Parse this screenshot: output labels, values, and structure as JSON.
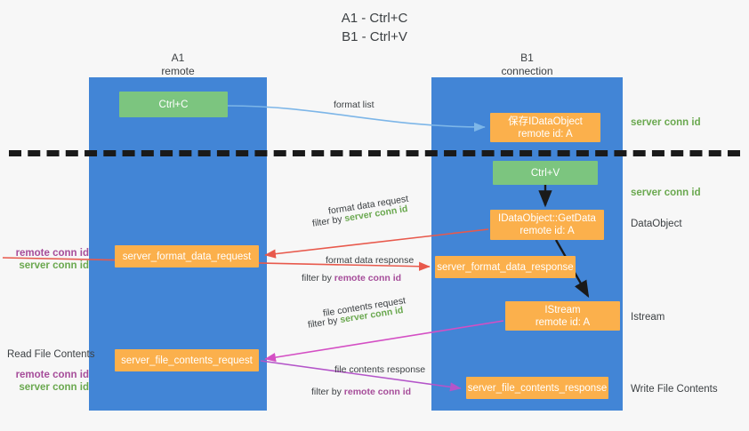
{
  "title": {
    "line1": "A1 - Ctrl+C",
    "line2": "B1 - Ctrl+V"
  },
  "lanes": [
    {
      "id": "a1",
      "name": "A1",
      "role": "remote"
    },
    {
      "id": "b1",
      "name": "B1",
      "role": "connection"
    }
  ],
  "nodes": {
    "ctrl_c": {
      "line1": "Ctrl+C",
      "line2": "",
      "color": "#7cc57f"
    },
    "idataobject": {
      "line1": "保存IDataObject",
      "line2": "remote id: A",
      "color": "#fbb04c"
    },
    "ctrl_v": {
      "line1": "Ctrl+V",
      "line2": "",
      "color": "#7cc57f"
    },
    "getdata": {
      "line1": "IDataObject::GetData",
      "line2": "remote id: A",
      "color": "#fbb04c"
    },
    "format_request": {
      "line1": "server_format_data_request",
      "line2": "",
      "color": "#fbb04c"
    },
    "format_response": {
      "line1": "server_format_data_response",
      "line2": "",
      "color": "#fbb04c"
    },
    "istream": {
      "line1": "IStream",
      "line2": "remote id: A",
      "color": "#fbb04c"
    },
    "file_request": {
      "line1": "server_file_contents_request",
      "line2": "",
      "color": "#fbb04c"
    },
    "file_response": {
      "line1": "server_file_contents_response",
      "line2": "",
      "color": "#fbb04c"
    }
  },
  "edge_labels": {
    "format_list": "format list",
    "format_data_request": "format data request",
    "format_data_response": "format data response",
    "file_contents_request": "file contents request",
    "file_contents_response": "file contents response",
    "filter_by": "filter by ",
    "server_conn_id": "server conn id",
    "remote_conn_id": "remote conn id"
  },
  "annotations": {
    "server_conn_id": "server conn id",
    "remote_conn_id": "remote conn id",
    "data_object": "DataObject",
    "istream": "Istream",
    "write_file_contents": "Write File Contents",
    "read_file_contents": "Read File Contents"
  },
  "colors": {
    "lane": "#4285d6",
    "green_node": "#7cc57f",
    "orange_node": "#fbb04c",
    "server_conn_id": "#6aa84f",
    "remote_conn_id": "#a64d9a",
    "arrow_blue": "#7db6e8",
    "arrow_red": "#e8594c",
    "arrow_magenta": "#d44fc4",
    "arrow_purple": "#a64d9a",
    "arrow_black": "#1a1a1a",
    "divider": "#1a1a1a",
    "background": "#f7f7f7"
  }
}
